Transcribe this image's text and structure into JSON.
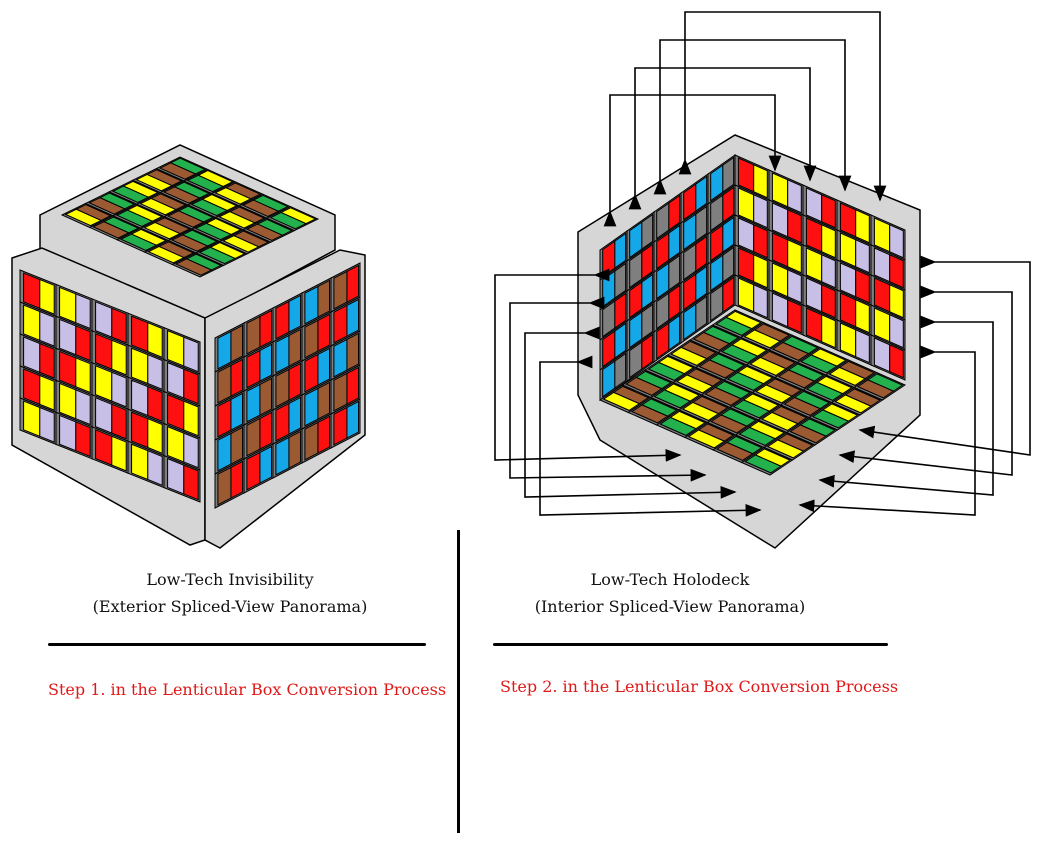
{
  "left": {
    "title": "Low-Tech Invisibility",
    "subtitle": "(Exterior Spliced-View Panorama)",
    "step": "Step 1. in the Lenticular Box Conversion  Process"
  },
  "right": {
    "title": "Low-Tech Holodeck",
    "subtitle": "(Interior Spliced-View Panorama)",
    "step": "Step 2. in the Lenticular Box Conversion Process"
  },
  "colors": {
    "yellow": "#ffff00",
    "red": "#ff1010",
    "brown": "#9c5a33",
    "lavender": "#c8bfe7",
    "blue": "#14a8e8",
    "green": "#22b14c",
    "gray": "#7f7f7f",
    "frame": "#d6d6d6",
    "step_text": "#e01818"
  }
}
